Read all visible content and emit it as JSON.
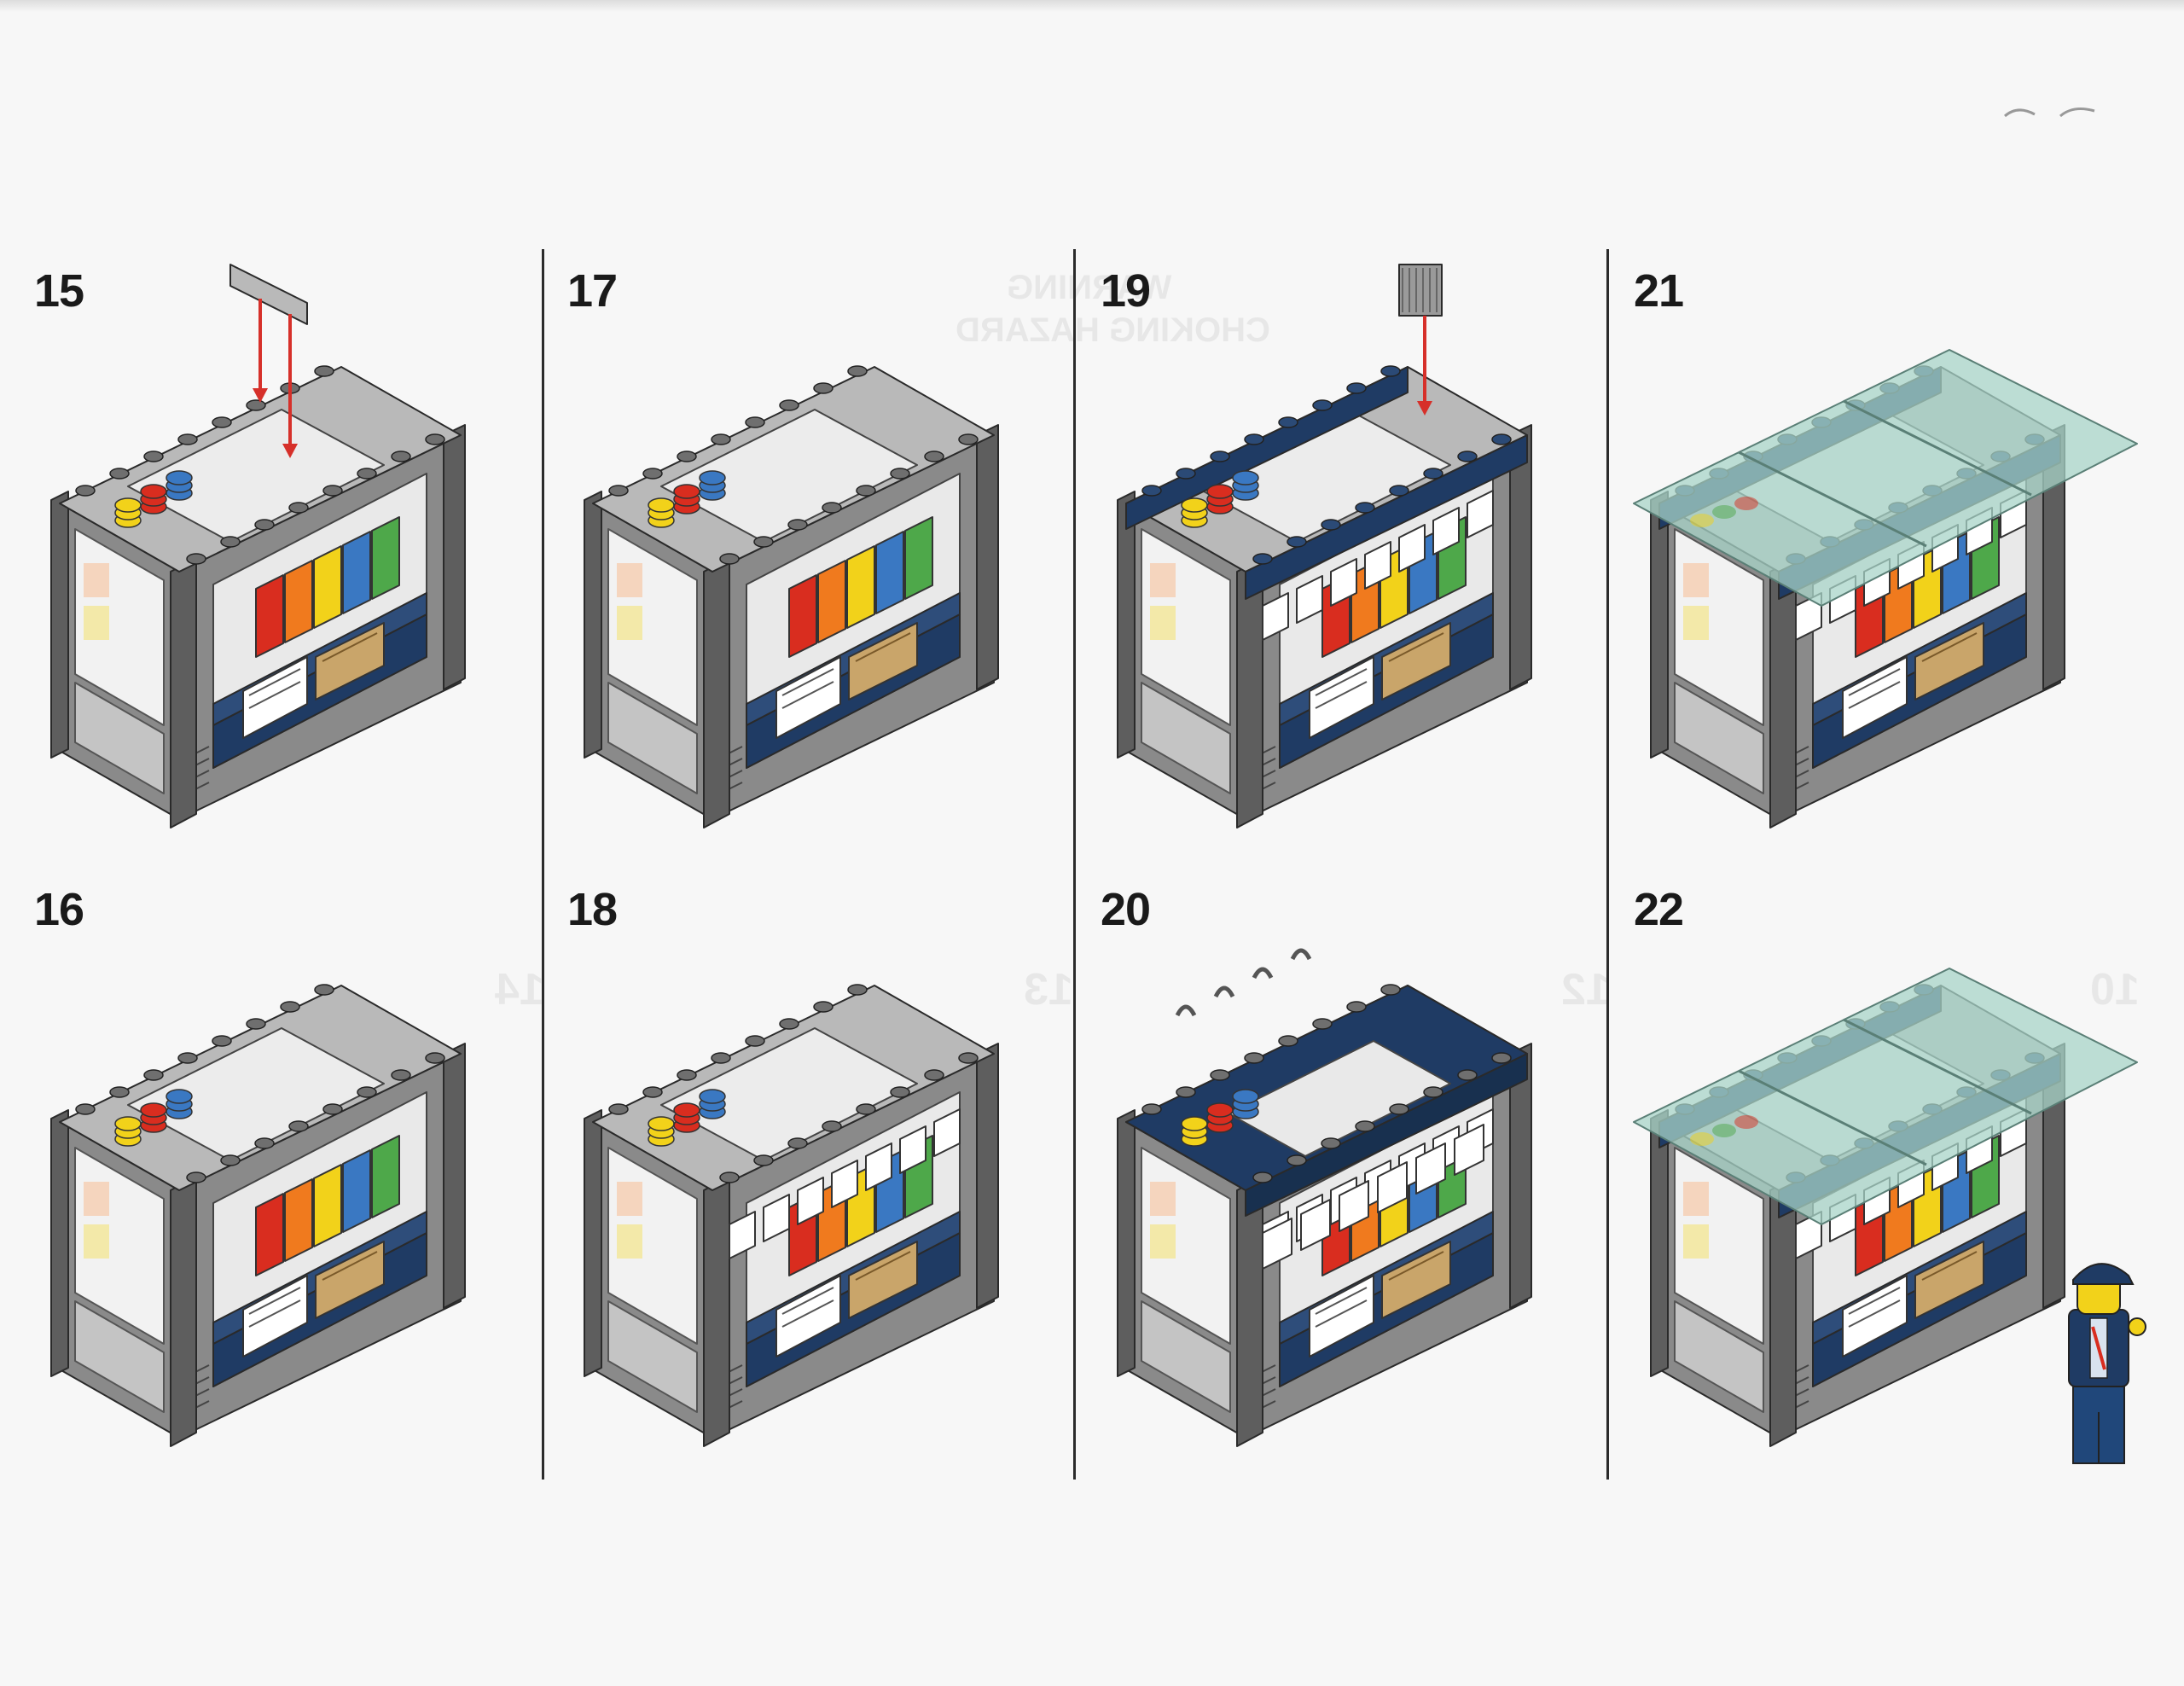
{
  "steps": [
    {
      "number": "15",
      "action": "place-plate",
      "figure": false
    },
    {
      "number": "16",
      "action": "none",
      "figure": false
    },
    {
      "number": "17",
      "action": "none",
      "figure": false
    },
    {
      "number": "18",
      "action": "cards",
      "figure": false
    },
    {
      "number": "19",
      "action": "place-brick",
      "figure": false
    },
    {
      "number": "20",
      "action": "frame",
      "figure": false
    },
    {
      "number": "21",
      "action": "roof",
      "figure": false
    },
    {
      "number": "22",
      "action": "roof",
      "figure": true
    }
  ],
  "colors": {
    "gray": "#8a8a8a",
    "gray_dark": "#5e5e5e",
    "gray_light": "#b9b9b9",
    "navy": "#1f3b64",
    "trans_green": "#a8d4c8",
    "red": "#d92d1f",
    "orange": "#f07a1e",
    "yellow": "#f2d21a",
    "blue": "#3a78c2",
    "green": "#4ea84a",
    "tan": "#c9a56a",
    "arrow": "#d6302a"
  },
  "ghost_text": [
    "WARNING",
    "CHOKING HAZARD",
    "13",
    "14",
    "12",
    "10"
  ]
}
